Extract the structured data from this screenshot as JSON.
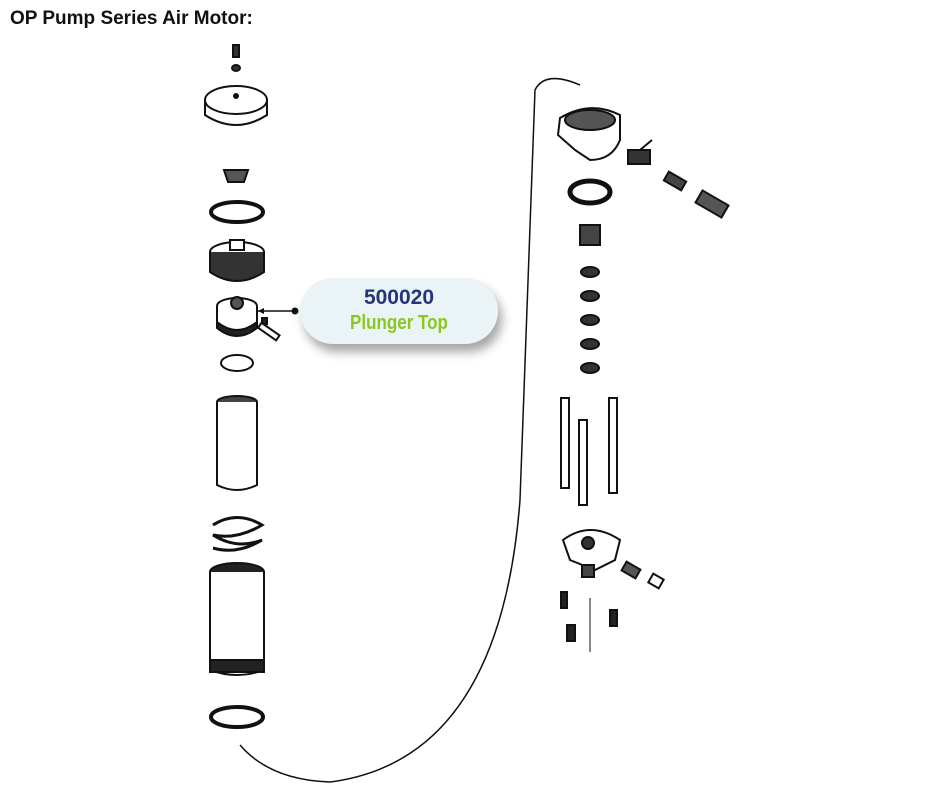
{
  "title": "OP Pump Series Air Motor:",
  "callout": {
    "part_number": "500020",
    "part_name": "Plunger Top"
  },
  "colors": {
    "part_number": "#26357a",
    "part_name": "#8ac81e",
    "callout_bg": "#eaf4f6"
  }
}
